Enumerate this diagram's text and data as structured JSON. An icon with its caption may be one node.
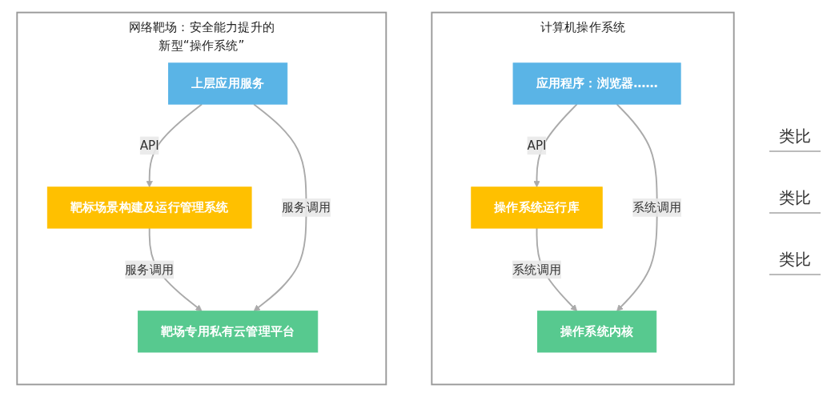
{
  "diagram": {
    "nodes": [
      {
        "text": [
          "网络靶场：安全能力提升的新型“操作系统”"
        ]
      },
      {
        "text": [
          "上层应用服务"
        ],
        "in": 0
      },
      {
        "text": [
          "靶标场景构建及运行管理系统"
        ],
        "in": 0
      },
      {
        "text": [
          "靶场专用私有云管理平台"
        ],
        "in": 0
      },
      {
        "text": [
          "计算机操作系统"
        ]
      },
      {
        "text": [
          "应用程序：浏览器……"
        ],
        "in": 4
      },
      {
        "text": [
          "操作系统运行库"
        ],
        "in": 4
      },
      {
        "text": [
          "操作系统内核"
        ],
        "in": 4
      }
    ],
    "edges": [
      {
        "from": 1,
        "to": 2,
        "arrow": "to",
        "label": "API"
      },
      {
        "from": 2,
        "to": 3,
        "arrow": "to",
        "label": "服务调用"
      },
      {
        "from": 1,
        "to": 3,
        "arrow": "to",
        "label": "服务调用"
      },
      {
        "from": 5,
        "to": 6,
        "arrow": "to",
        "label": "API"
      },
      {
        "from": 6,
        "to": 7,
        "arrow": "to",
        "label": "系统调用"
      },
      {
        "from": 5,
        "to": 7,
        "arrow": "to",
        "label": "系统调用"
      }
    ],
    "labels": [
      "类比",
      "类比",
      "类比"
    ]
  }
}
